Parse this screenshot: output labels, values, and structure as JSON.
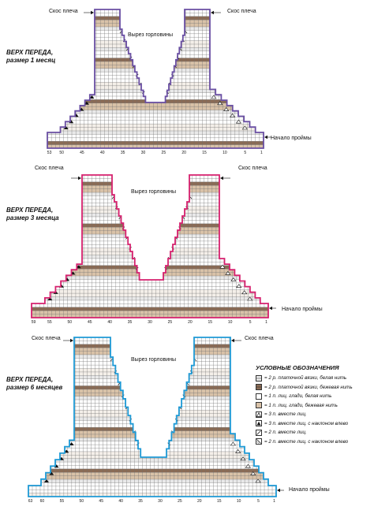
{
  "panels": [
    {
      "title_line1": "ВЕРХ ПЕРЕДА,",
      "title_line2": "размер 1 месяц",
      "shoulder_left": "Скос плеча",
      "shoulder_right": "Скос плеча",
      "neck": "Вырез горловины",
      "armhole": "Начало проймы",
      "stitch_count": 53,
      "ticks": [
        "53",
        "50",
        "45",
        "40",
        "35",
        "30",
        "25",
        "20",
        "15",
        "10",
        "5",
        "1"
      ],
      "border_color": "#6a4fa3"
    },
    {
      "title_line1": "ВЕРХ ПЕРЕДА,",
      "title_line2": "размер 3 месяца",
      "shoulder_left": "Скос плеча",
      "shoulder_right": "Скос плеча",
      "neck": "Вырез горловины",
      "armhole": "Начало проймы",
      "stitch_count": 59,
      "ticks": [
        "59",
        "55",
        "50",
        "45",
        "40",
        "35",
        "30",
        "25",
        "20",
        "15",
        "10",
        "5",
        "1"
      ],
      "border_color": "#d6216e"
    },
    {
      "title_line1": "ВЕРХ ПЕРЕДА,",
      "title_line2": "размер 6 месяцев",
      "shoulder_left": "Скос плеча",
      "shoulder_right": "Скос плеча",
      "neck": "Вырез горловины",
      "armhole": "Начало проймы",
      "stitch_count": 63,
      "ticks": [
        "63",
        "60",
        "55",
        "50",
        "45",
        "40",
        "35",
        "30",
        "25",
        "20",
        "15",
        "10",
        "5",
        "1"
      ],
      "border_color": "#1e9ad6"
    }
  ],
  "legend": {
    "title": "УСЛОВНЫЕ ОБОЗНАЧЕНИЯ",
    "items": [
      {
        "swatch": "garter-white",
        "text": "= 2 р. платочной вязки, белая нить"
      },
      {
        "swatch": "garter-beige",
        "text": "= 2 р. платочной вязки, бежевая нить"
      },
      {
        "swatch": "knit-white",
        "text": "= 1 п. лиц. глади, белая нить"
      },
      {
        "swatch": "knit-beige",
        "text": "= 1 п. лиц. глади, бежевая нить"
      },
      {
        "swatch": "triangle-open",
        "text": "= 3 п. вместе лиц."
      },
      {
        "swatch": "triangle-filled",
        "text": "= 3 п. вместе лиц. с наклоном влево"
      },
      {
        "swatch": "slash",
        "text": "= 2 п. вместе лиц."
      },
      {
        "swatch": "backslash",
        "text": "= 2 п. вместе лиц. с наклоном влево"
      }
    ]
  },
  "colors": {
    "beige": "#d9c2a8",
    "beige_dark": "#8a6b55",
    "garter_white": "#e9e9e9",
    "grid": "#6e6e6e"
  }
}
